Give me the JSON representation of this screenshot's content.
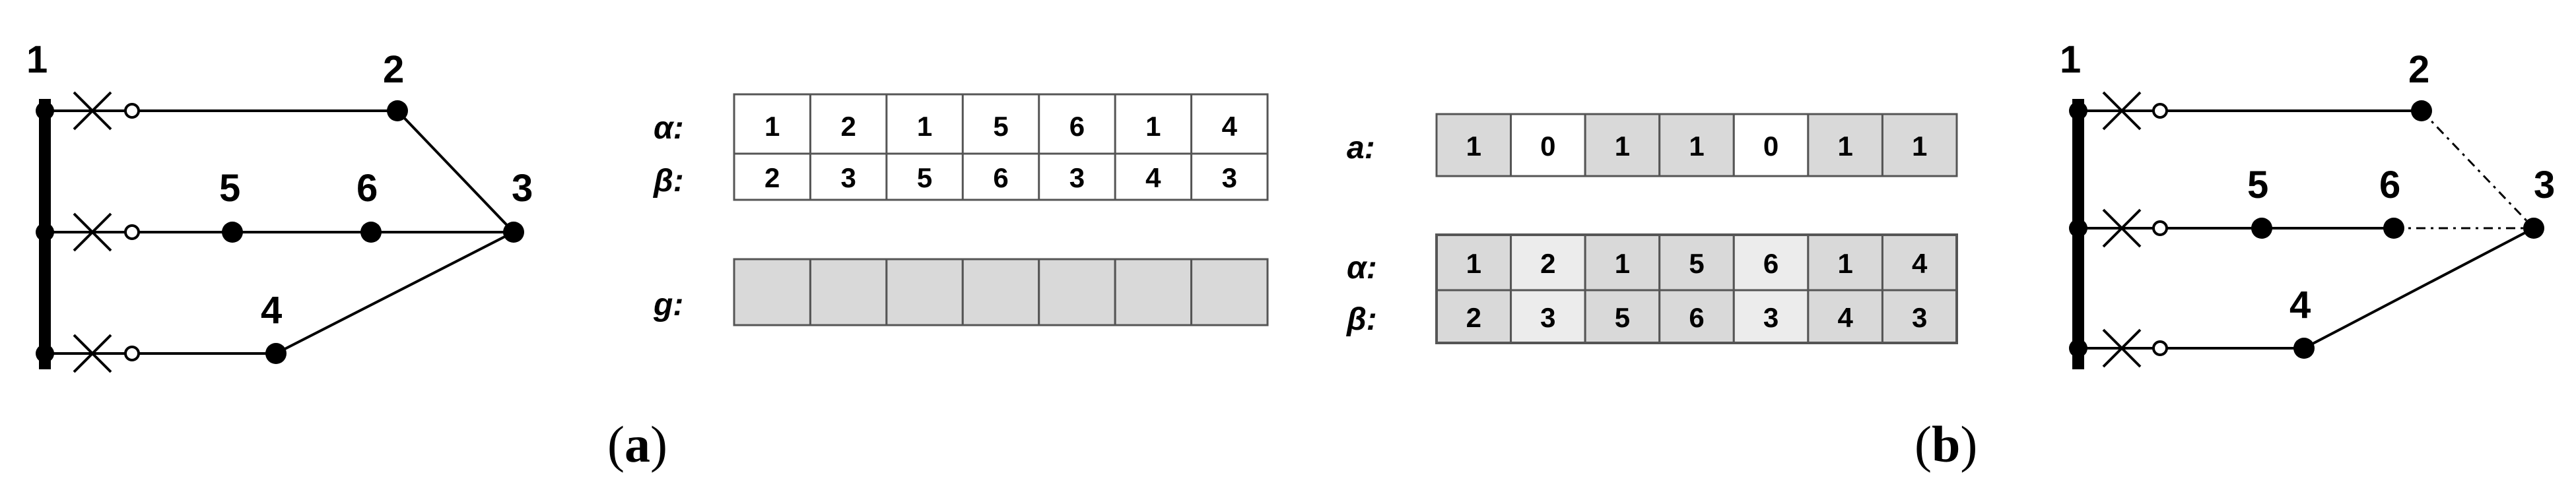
{
  "panel_a": {
    "network": {
      "bus_label": "1",
      "node_labels": {
        "n2": "2",
        "n3": "3",
        "n4": "4",
        "n5": "5",
        "n6": "6"
      }
    },
    "table": {
      "alpha_label": "α:",
      "beta_label": "β:",
      "alpha": [
        "1",
        "2",
        "1",
        "5",
        "6",
        "1",
        "4"
      ],
      "beta": [
        "2",
        "3",
        "5",
        "6",
        "3",
        "4",
        "3"
      ]
    },
    "g_row": {
      "label": "g:",
      "cells": 7
    },
    "caption": {
      "open": "(",
      "letter": "a",
      "close": ")"
    }
  },
  "panel_b": {
    "a_row": {
      "label": "a:",
      "values": [
        "1",
        "0",
        "1",
        "1",
        "0",
        "1",
        "1"
      ]
    },
    "table": {
      "alpha_label": "α:",
      "beta_label": "β:",
      "alpha": [
        "1",
        "2",
        "1",
        "5",
        "6",
        "1",
        "4"
      ],
      "beta": [
        "2",
        "3",
        "5",
        "6",
        "3",
        "4",
        "3"
      ]
    },
    "network": {
      "bus_label": "1",
      "node_labels": {
        "n2": "2",
        "n3": "3",
        "n4": "4",
        "n5": "5",
        "n6": "6"
      }
    },
    "caption": {
      "open": "(",
      "letter": "b",
      "close": ")"
    }
  },
  "colors": {
    "line": "#000000",
    "cell_shaded": "#d9d9d9",
    "cell_light": "#ececec",
    "cell_white": "#ffffff",
    "cell_border": "#555555"
  }
}
